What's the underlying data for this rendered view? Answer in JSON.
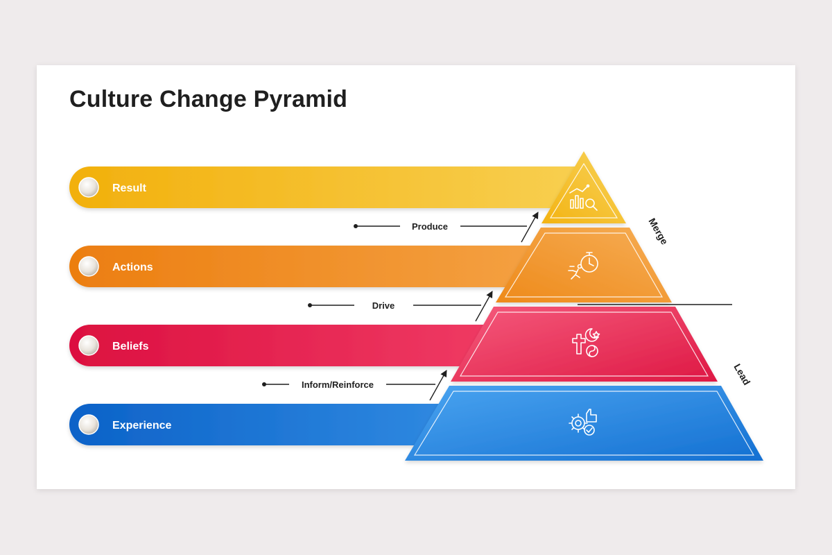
{
  "slide": {
    "title": "Culture Change Pyramid"
  },
  "tiers": [
    {
      "label": "Result",
      "icon": "chart-search-icon",
      "colors": [
        "#f2b00c",
        "#f8d052"
      ]
    },
    {
      "label": "Actions",
      "icon": "stopwatch-runner-icon",
      "colors": [
        "#ec7e10",
        "#f5a548"
      ]
    },
    {
      "label": "Beliefs",
      "icon": "religion-symbols-icon",
      "colors": [
        "#dc1040",
        "#f4456c"
      ]
    },
    {
      "label": "Experience",
      "icon": "gear-thumbs-up-icon",
      "colors": [
        "#0c62c8",
        "#3d98ea"
      ]
    }
  ],
  "connectors": [
    {
      "label": "Produce"
    },
    {
      "label": "Drive"
    },
    {
      "label": "Inform/Reinforce"
    }
  ],
  "side_labels": {
    "merge": "Merge",
    "lead": "Lead"
  },
  "colors": {
    "background": "#efebec",
    "slide": "#ffffff",
    "text": "#1f1f1f"
  }
}
